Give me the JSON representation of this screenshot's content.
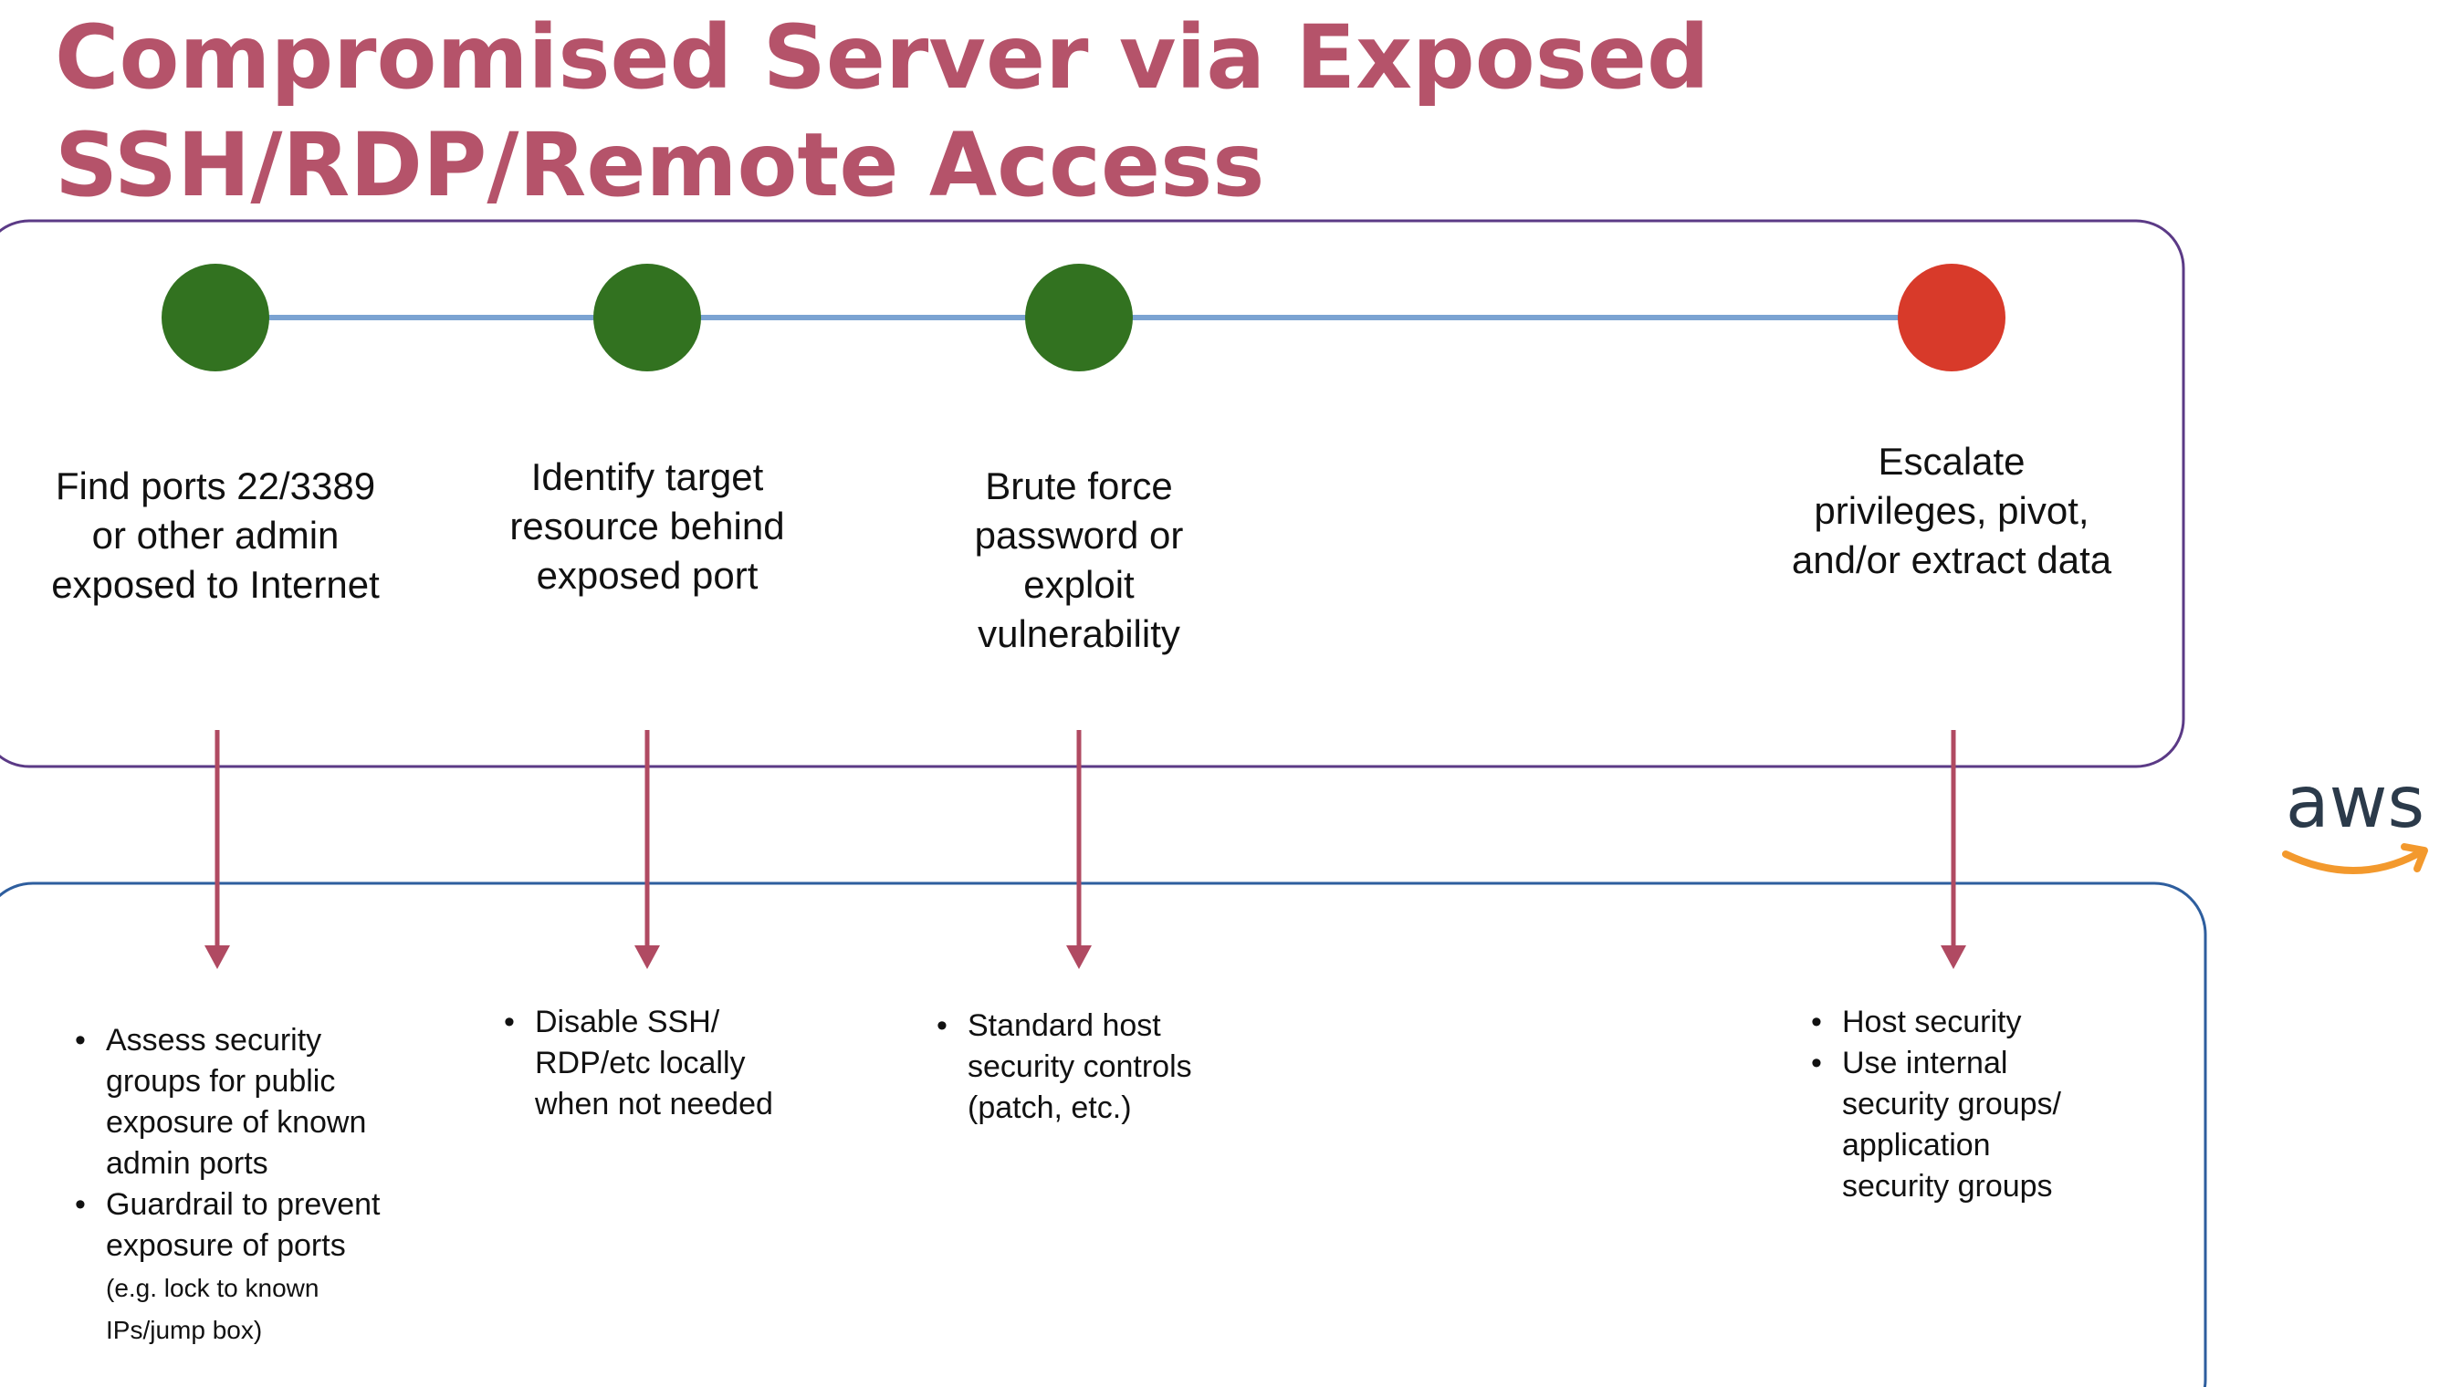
{
  "title": "Compromised Server via Exposed SSH/RDP/Remote Access",
  "colors": {
    "title": "#b5536a",
    "success_node": "#327220",
    "final_node": "#d83a2a",
    "timeline": "#7ba3d2",
    "arrow": "#b04a62",
    "attack_box_border": "#5b3a86",
    "defense_box_border": "#2e5e9e",
    "aws_smile": "#f3992d"
  },
  "steps": [
    {
      "label": "Find ports 22/3389 or other admin exposed to Internet",
      "status": "success",
      "icon": "green-circle"
    },
    {
      "label": "Identify target resource behind exposed port",
      "status": "success",
      "icon": "green-circle"
    },
    {
      "label": "Brute force password or exploit vulnerability",
      "status": "success",
      "icon": "green-circle"
    },
    {
      "label": "Escalate privileges, pivot, and/or extract data",
      "status": "final",
      "icon": "red-circle"
    }
  ],
  "mitigations": [
    {
      "bullets": [
        {
          "text": "Assess security groups for public exposure of known admin ports"
        },
        {
          "text": "Guardrail to prevent exposure of ports",
          "note": "(e.g. lock to known IPs/jump box)"
        }
      ]
    },
    {
      "bullets": [
        {
          "text": "Disable SSH/ RDP/etc locally when not needed"
        }
      ]
    },
    {
      "bullets": [
        {
          "text": "Standard host security controls (patch, etc.)"
        }
      ]
    },
    {
      "bullets": [
        {
          "text": "Host security"
        },
        {
          "text": "Use internal security groups/ application security groups"
        }
      ]
    }
  ],
  "logo": {
    "text": "aws",
    "icon": "aws-smile-arrow"
  }
}
